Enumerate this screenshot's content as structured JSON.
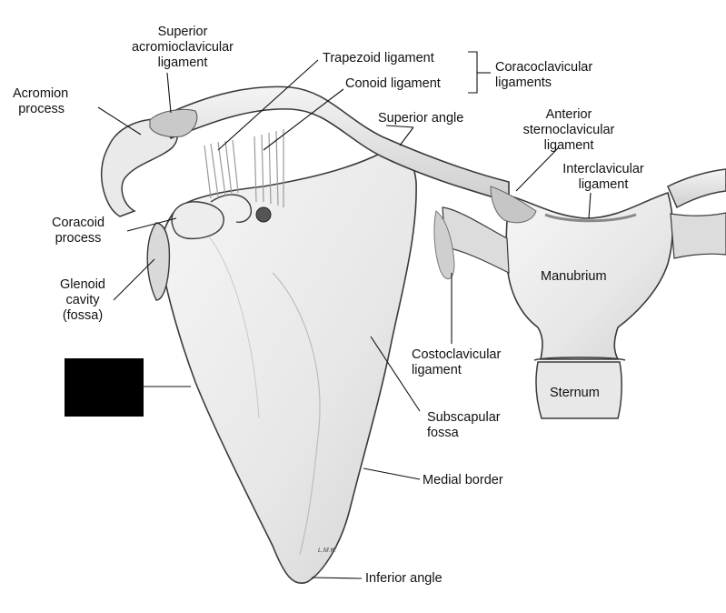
{
  "labels": {
    "superior_acromioclavicular": [
      "Superior",
      "acromioclavicular",
      "ligament"
    ],
    "acromion_process": [
      "Acromion",
      "process"
    ],
    "trapezoid_ligament": "Trapezoid ligament",
    "conoid_ligament": "Conoid ligament",
    "coracoclavicular_ligaments": [
      "Coracoclavicular",
      "ligaments"
    ],
    "superior_angle": "Superior angle",
    "anterior_sternoclavicular": [
      "Anterior",
      "sternoclavicular",
      "ligament"
    ],
    "interclavicular_ligament": [
      "Interclavicular",
      "ligament"
    ],
    "coracoid_process": [
      "Coracoid",
      "process"
    ],
    "glenoid_cavity": [
      "Glenoid",
      "cavity",
      "(fossa)"
    ],
    "manubrium": "Manubrium",
    "costoclavicular_ligament": [
      "Costoclavicular",
      "ligament"
    ],
    "sternum": "Sternum",
    "subscapular_fossa": [
      "Subscapular",
      "fossa"
    ],
    "medial_border": "Medial border",
    "inferior_angle": "Inferior angle"
  },
  "artist_signature": "L.M.K.",
  "colors": {
    "bone_fill": "#ececec",
    "bone_stroke": "#3a3a3a",
    "ligament": "#bdbdbd",
    "label_text": "#111111",
    "redaction": "#000000"
  }
}
